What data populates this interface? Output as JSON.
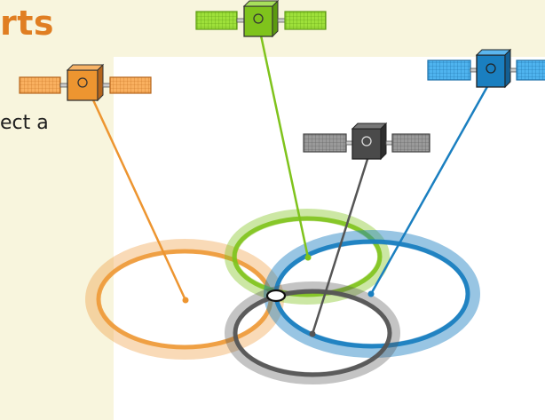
{
  "heading": {
    "visible_text": "rts"
  },
  "body_text": {
    "visible_text": "ect a"
  },
  "colors": {
    "page_background": "#f8f5dd",
    "panel_background": "#ffffff",
    "heading": "#e07e22",
    "orange": "#ed9530",
    "green": "#7fc31c",
    "gray": "#555555",
    "blue": "#1a7fc0",
    "intersection_marker": "#ffffff"
  },
  "diagram": {
    "satellites": [
      {
        "id": "orange",
        "icon": "satellite-icon",
        "color": "orange"
      },
      {
        "id": "green",
        "icon": "satellite-icon",
        "color": "green"
      },
      {
        "id": "gray",
        "icon": "satellite-icon",
        "color": "gray"
      },
      {
        "id": "blue",
        "icon": "satellite-icon",
        "color": "blue"
      }
    ],
    "range_rings": [
      "orange",
      "green",
      "gray",
      "blue"
    ],
    "intersection_marker": {
      "icon": "location-marker-icon"
    }
  }
}
